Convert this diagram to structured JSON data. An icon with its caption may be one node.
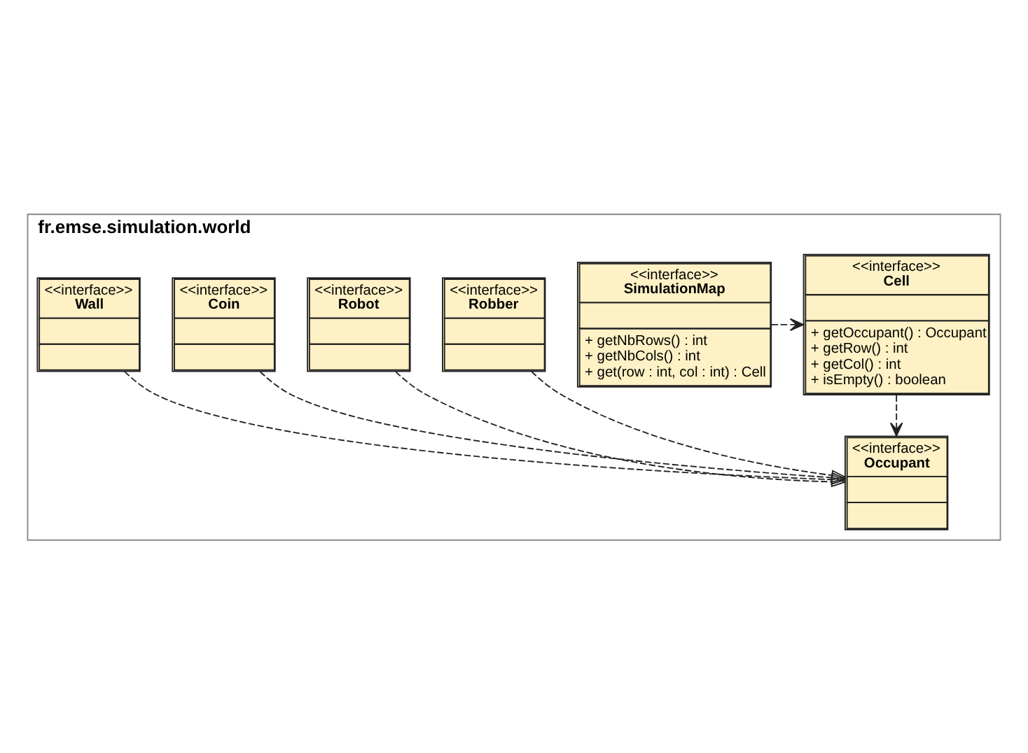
{
  "diagram": {
    "nodes": [
      {
        "text": [
          "fr.emse.simulation.world"
        ]
      },
      {
        "text": [
          "<<interface>>",
          "Cell",
          "+ getOccupant() : Occupant",
          "+ getRow() : int",
          "+ getCol() : int",
          "+ isEmpty() : boolean"
        ],
        "in": 0
      },
      {
        "text": [
          "<<interface>>",
          "SimulationMap",
          "+ getNbRows() : int",
          "+ getNbCols() : int",
          "+ get(row : int, col : int) : Cell"
        ],
        "in": 0
      },
      {
        "text": [
          "<<interface>>",
          "Occupant"
        ],
        "in": 0
      },
      {
        "text": [
          "<<interface>>",
          "Robber"
        ],
        "in": 0
      },
      {
        "text": [
          "<<interface>>",
          "Robot"
        ],
        "in": 0
      },
      {
        "text": [
          "<<interface>>",
          "Coin"
        ],
        "in": 0
      },
      {
        "text": [
          "<<interface>>",
          "Wall"
        ],
        "in": 0
      }
    ],
    "edges": [
      {
        "from": 2,
        "to": 1,
        "arrow": "to",
        "style": "dashed"
      },
      {
        "from": 1,
        "to": 3,
        "arrow": "to",
        "style": "dashed"
      },
      {
        "from": 4,
        "to": 3,
        "arrow": "to",
        "style": "dashed"
      },
      {
        "from": 5,
        "to": 3,
        "arrow": "to",
        "style": "dashed"
      },
      {
        "from": 6,
        "to": 3,
        "arrow": "to",
        "style": "dashed"
      },
      {
        "from": 7,
        "to": 3,
        "arrow": "to",
        "style": "dashed"
      }
    ]
  }
}
